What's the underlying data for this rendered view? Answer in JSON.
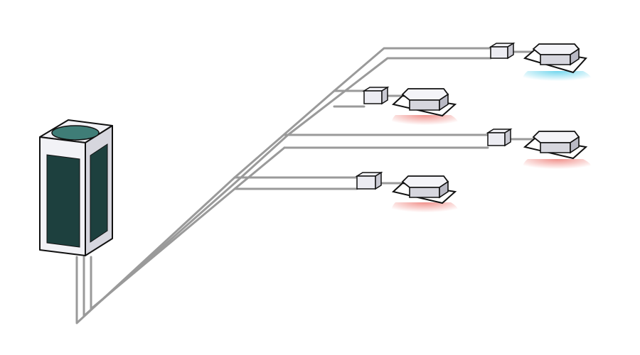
{
  "diagram": {
    "kind": "vrf-heat-recovery-system",
    "colors": {
      "background": "#ffffff",
      "pipe": "#9a9a9a",
      "outline": "#111111",
      "unit_light": "#f2f2f6",
      "unit_mid": "#d6d6de",
      "unit_dark": "#b9b9c4",
      "fan": "#3f7d77",
      "panel": "#1d403e",
      "cooling": "#6ad4ec",
      "heating": "#f08a84"
    },
    "outdoor_unit": {
      "icon": "outdoor-condenser-icon"
    },
    "branch_selectors": [
      {
        "icon": "branch-selector-box-icon"
      },
      {
        "icon": "branch-selector-box-icon"
      },
      {
        "icon": "branch-selector-box-icon"
      },
      {
        "icon": "branch-selector-box-icon"
      }
    ],
    "indoor_units": [
      {
        "icon": "ceiling-cassette-icon",
        "mode": "cooling"
      },
      {
        "icon": "ceiling-cassette-icon",
        "mode": "heating"
      },
      {
        "icon": "ceiling-cassette-icon",
        "mode": "heating"
      },
      {
        "icon": "ceiling-cassette-icon",
        "mode": "heating"
      }
    ]
  }
}
